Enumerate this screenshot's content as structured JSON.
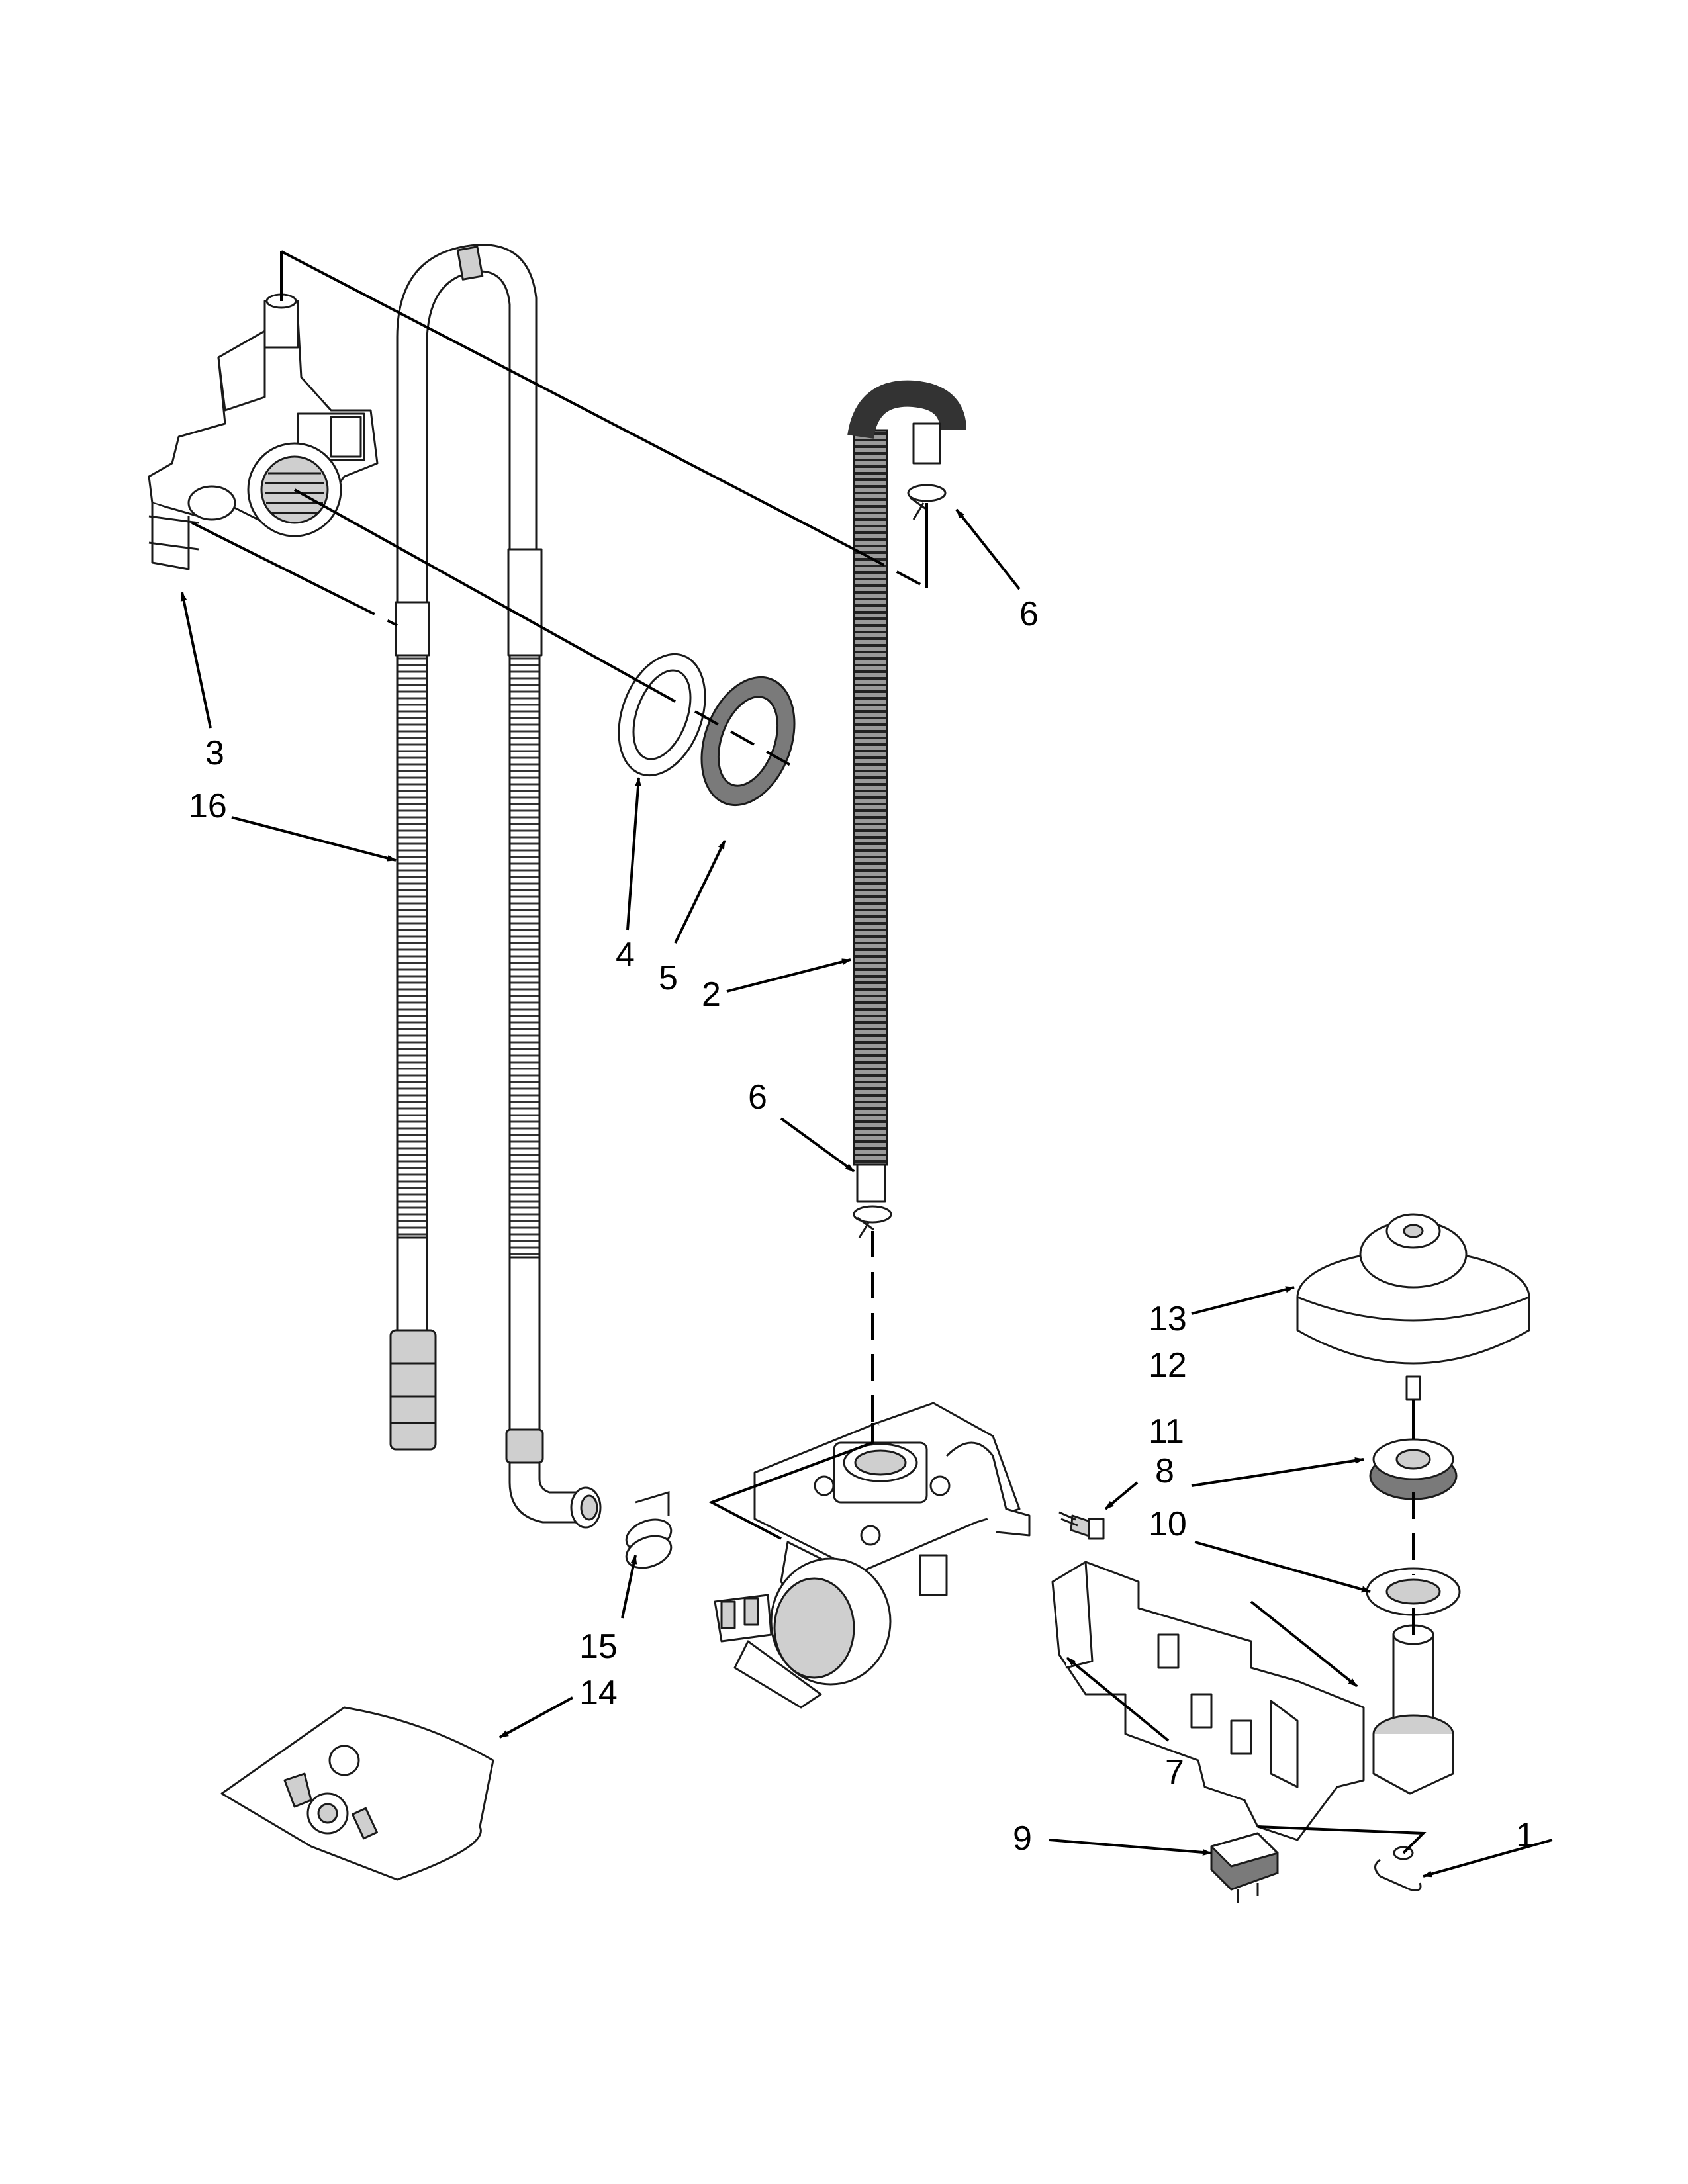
{
  "callouts": {
    "p1": "1",
    "p2": "2",
    "p3": "3",
    "p4": "4",
    "p5": "5",
    "p6a": "6",
    "p6b": "6",
    "p7": "7",
    "p8": "8",
    "p9": "9",
    "p10": "10",
    "p11": "11",
    "p12": "12",
    "p13": "13",
    "p14": "14",
    "p15": "15",
    "p16": "16"
  }
}
